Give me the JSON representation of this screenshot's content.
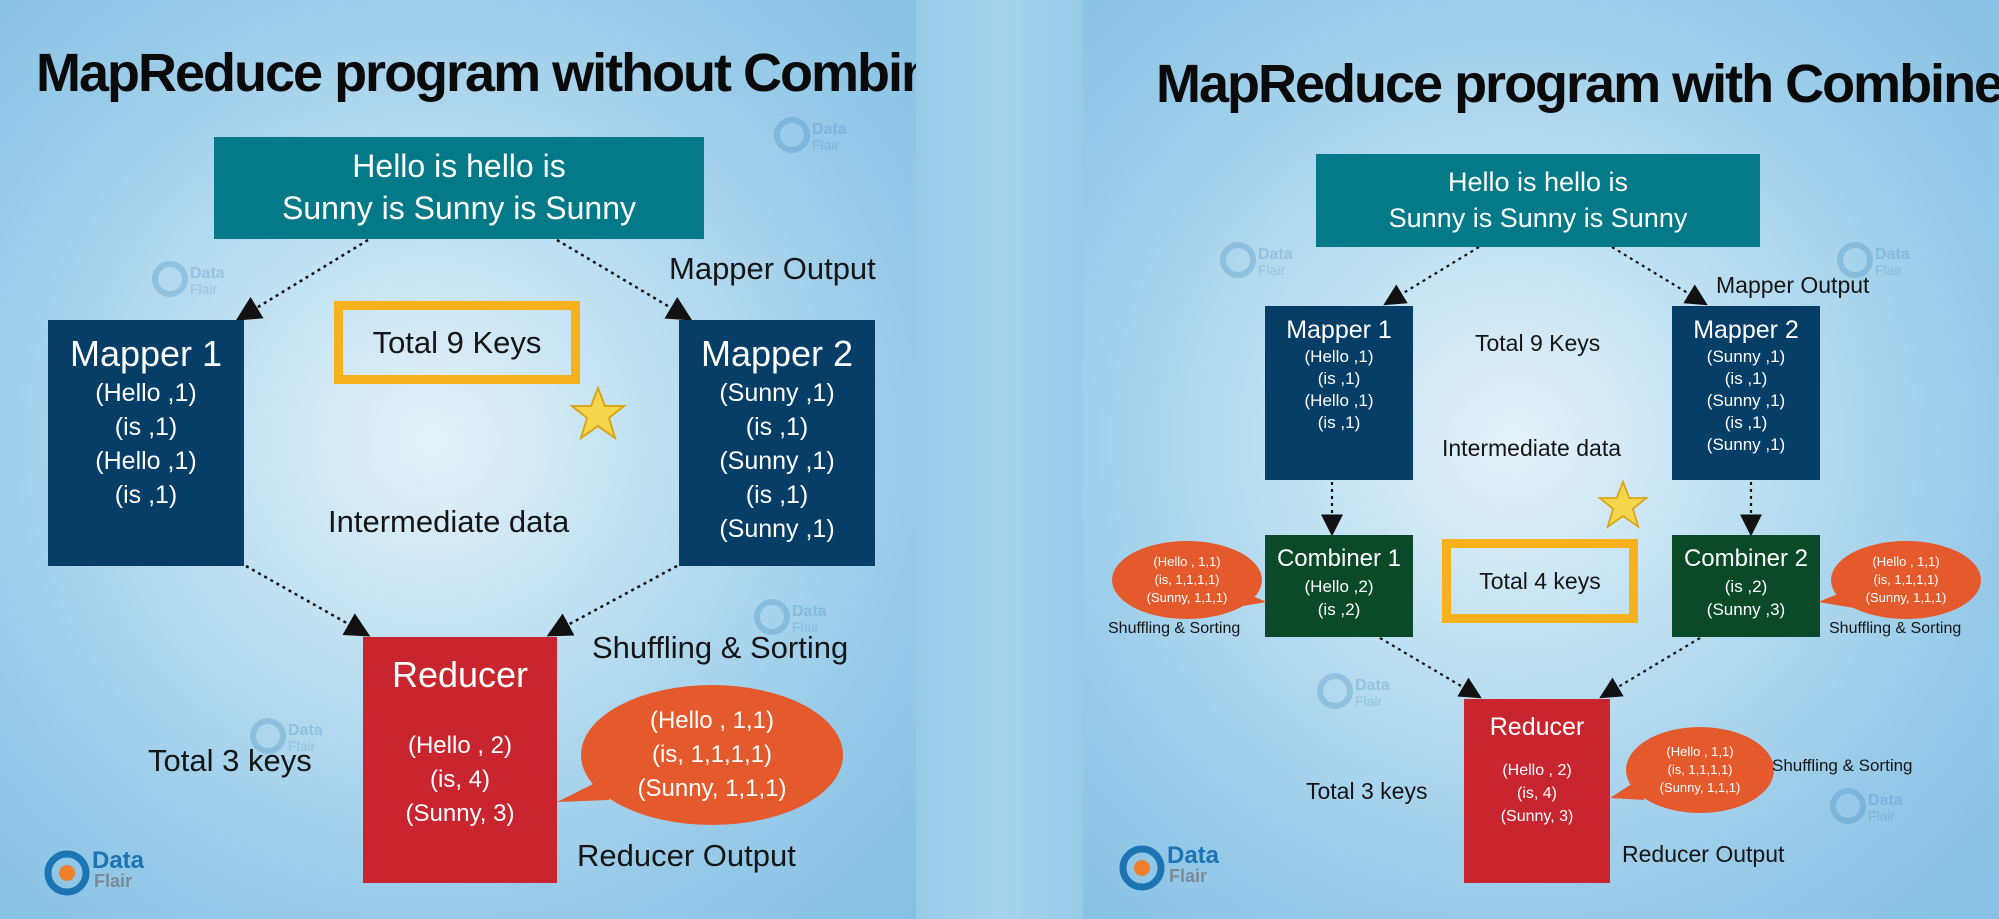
{
  "colors": {
    "teal": "#047a88",
    "navy": "#063e67",
    "combiner_green": "#0a4a28",
    "reducer_red": "#c8252f",
    "bubble_orange": "#e55a2c",
    "frame_yellow": "#f7b11d",
    "star_gold": "#f5d64a",
    "background_blue": "#98cbe9"
  },
  "brand": {
    "name_top": "Data",
    "name_bottom": "Flair"
  },
  "left": {
    "title": "MapReduce program without Combiner",
    "input": {
      "line1": "Hello is hello is",
      "line2": "Sunny is Sunny is Sunny"
    },
    "mapper_output_label": "Mapper Output",
    "mapper1": {
      "title": "Mapper 1",
      "lines": [
        "(Hello ,1)",
        "(is ,1)",
        "(Hello ,1)",
        "(is ,1)"
      ]
    },
    "mapper2": {
      "title": "Mapper 2",
      "lines": [
        "(Sunny ,1)",
        "(is ,1)",
        "(Sunny ,1)",
        "(is ,1)",
        "(Sunny ,1)"
      ]
    },
    "total_keys": "Total 9 Keys",
    "intermediate_label": "Intermediate data",
    "shuffle_label": "Shuffling & Sorting",
    "reducer": {
      "title": "Reducer",
      "lines": [
        "(Hello , 2)",
        "(is, 4)",
        "(Sunny, 3)"
      ]
    },
    "bubble": {
      "lines": [
        "(Hello , 1,1)",
        "(is, 1,1,1,1)",
        "(Sunny, 1,1,1)"
      ]
    },
    "total3": "Total 3 keys",
    "reducer_output_label": "Reducer Output"
  },
  "right": {
    "title": "MapReduce program with Combiner",
    "input": {
      "line1": "Hello is hello is",
      "line2": "Sunny is Sunny is Sunny"
    },
    "mapper_output_label": "Mapper Output",
    "mapper1": {
      "title": "Mapper 1",
      "lines": [
        "(Hello ,1)",
        "(is ,1)",
        "(Hello ,1)",
        "(is ,1)"
      ]
    },
    "mapper2": {
      "title": "Mapper 2",
      "lines": [
        "(Sunny ,1)",
        "(is ,1)",
        "(Sunny ,1)",
        "(is ,1)",
        "(Sunny ,1)"
      ]
    },
    "total_keys": "Total 9 Keys",
    "intermediate_label": "Intermediate data",
    "combiner1": {
      "title": "Combiner 1",
      "lines": [
        "(Hello ,2)",
        "(is ,2)"
      ]
    },
    "combiner2": {
      "title": "Combiner 2",
      "lines": [
        "(is ,2)",
        "(Sunny ,3)"
      ]
    },
    "total4": "Total 4 keys",
    "bubble_left": {
      "lines": [
        "(Hello , 1,1)",
        "(is, 1,1,1,1)",
        "(Sunny, 1,1,1)"
      ]
    },
    "bubble_right": {
      "lines": [
        "(Hello , 1,1)",
        "(is, 1,1,1,1)",
        "(Sunny, 1,1,1)"
      ]
    },
    "bubble_reducer": {
      "lines": [
        "(Hello , 1,1)",
        "(is, 1,1,1,1)",
        "(Sunny, 1,1,1)"
      ]
    },
    "shuffle_left": "Shuffling & Sorting",
    "shuffle_right": "Shuffling & Sorting",
    "shuffle_reducer": "Shuffling & Sorting",
    "reducer": {
      "title": "Reducer",
      "lines": [
        "(Hello , 2)",
        "(is, 4)",
        "(Sunny, 3)"
      ]
    },
    "total3": "Total 3 keys",
    "reducer_output_label": "Reducer Output"
  }
}
